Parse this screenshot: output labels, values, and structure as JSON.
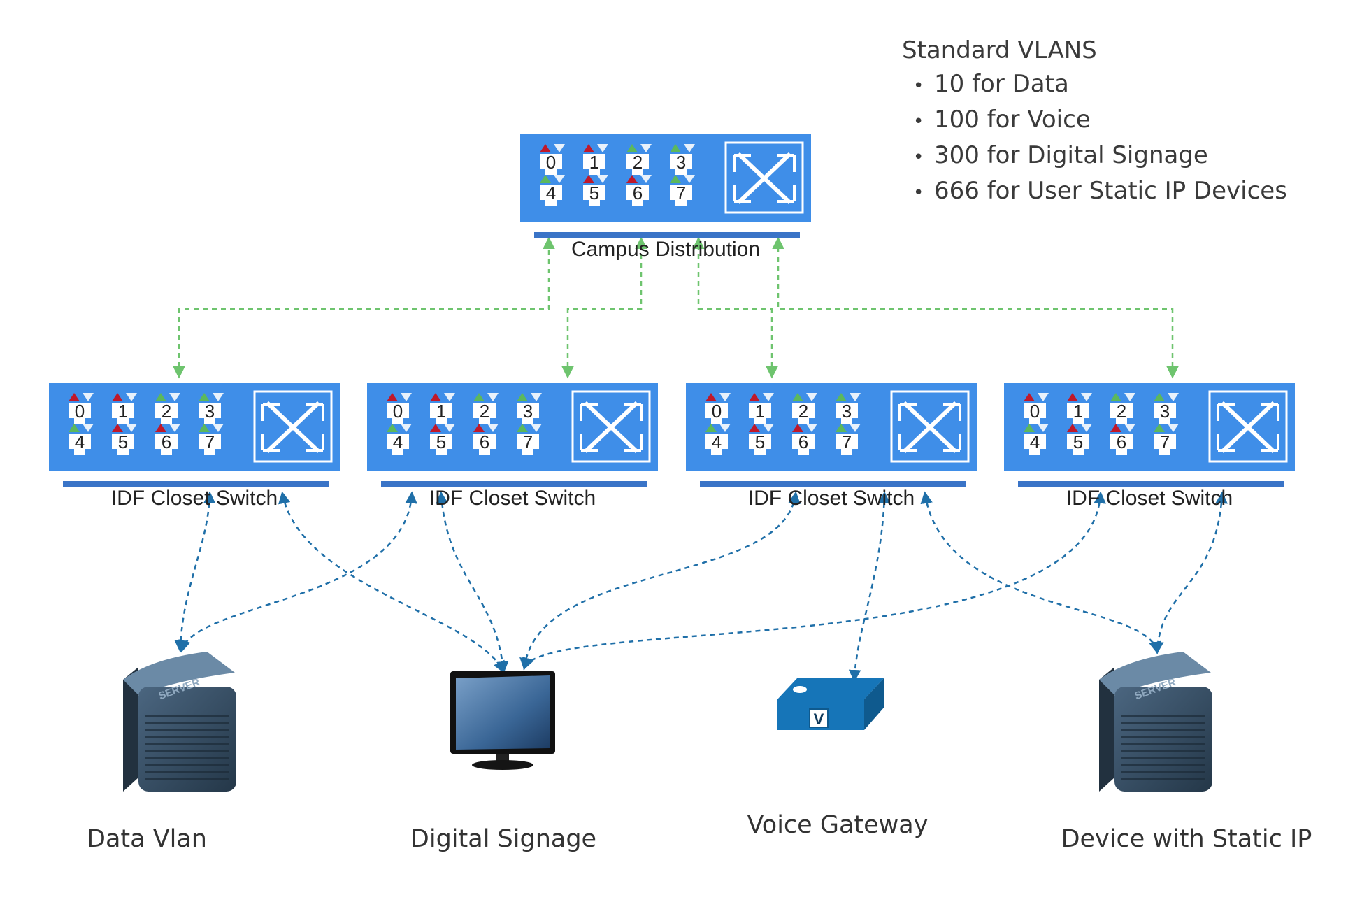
{
  "legend": {
    "title": "Standard VLANS",
    "bullet": "•",
    "items": [
      {
        "text": "10 for Data"
      },
      {
        "text": "100 for Voice"
      },
      {
        "text": "300 for Digital Signage"
      },
      {
        "text": "666 for User Static IP Devices"
      }
    ]
  },
  "distribution_switch": {
    "label": "Campus Distribution",
    "ports_top": [
      "0",
      "1",
      "2",
      "3"
    ],
    "ports_bottom": [
      "4",
      "5",
      "6",
      "7"
    ]
  },
  "idf_switches": [
    {
      "label": "IDF Closet Switch"
    },
    {
      "label": "IDF Closet Switch"
    },
    {
      "label": "IDF Closet Switch"
    },
    {
      "label": "IDF Closet Switch"
    }
  ],
  "devices": [
    {
      "label": "Data Vlan",
      "server_text": "SERVER"
    },
    {
      "label": "Digital Signage"
    },
    {
      "label": "Voice Gateway",
      "badge": "V"
    },
    {
      "label": "Device with Static IP",
      "server_text": "SERVER"
    }
  ],
  "colors": {
    "switch_blue": "#3f8ee8",
    "switch_bar": "#3a74c7",
    "uplink_green": "#6ec46e",
    "link_blue": "#1f6fa8",
    "status_red": "#c0182a",
    "status_green": "#5cb85c",
    "server_dark": "#34495e",
    "gateway_blue": "#1675b8"
  }
}
